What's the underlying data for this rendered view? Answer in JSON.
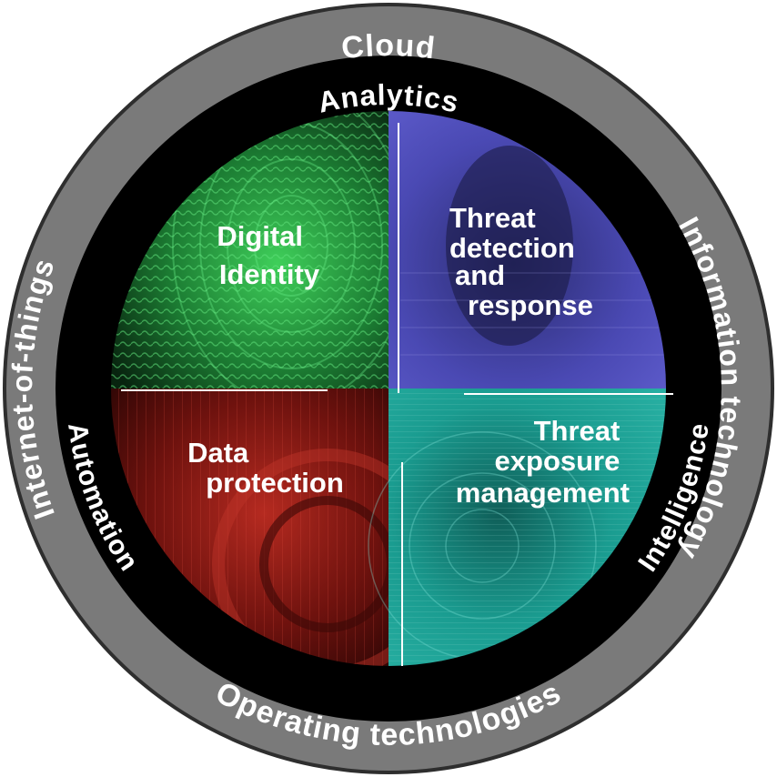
{
  "outer_ring": {
    "top": "Cloud",
    "right": "Information technology",
    "bottom": "Operating technologies",
    "left": "Internet-of-things"
  },
  "inner_ring": {
    "top": "Analytics",
    "left": "Automation",
    "right": "Intelligence"
  },
  "quadrants": {
    "top_left": {
      "lines": [
        "Digital",
        "Identity"
      ],
      "color": "#1f8a3a"
    },
    "top_right": {
      "lines": [
        "Threat",
        "detection",
        "and",
        "response"
      ],
      "color": "#3b3a9a"
    },
    "bottom_left": {
      "lines": [
        "Data",
        "protection"
      ],
      "color": "#8a1a14"
    },
    "bottom_right": {
      "lines": [
        "Threat",
        "exposure",
        "management"
      ],
      "color": "#138a80"
    }
  },
  "colors": {
    "outer_ring": "#7a7a7a",
    "inner_ring": "#000000",
    "text": "#ffffff"
  }
}
